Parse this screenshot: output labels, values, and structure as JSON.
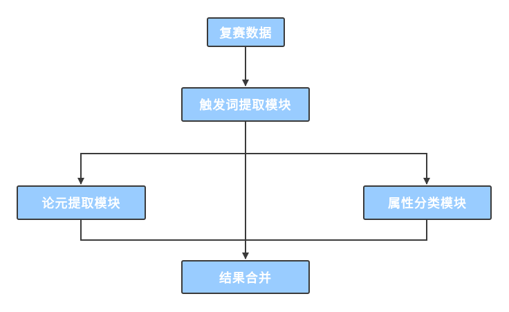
{
  "nodes": {
    "fusai": "复赛数据",
    "trigger": "触发词提取模块",
    "argument": "论元提取模块",
    "attribute": "属性分类模块",
    "merge": "结果合并"
  },
  "colors": {
    "node_fill": "#99ccff",
    "node_border": "#3a3a3a",
    "node_text": "#ffffff",
    "edge": "#3a3a3a"
  }
}
